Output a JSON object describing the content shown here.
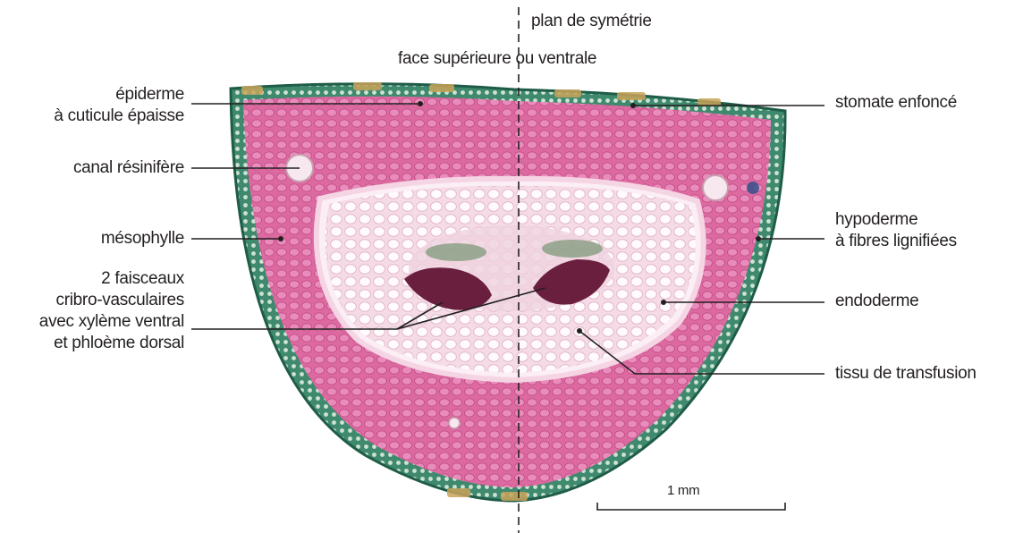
{
  "labels": {
    "symmetry_plane": "plan de symétrie",
    "upper_face": "face supérieure ou ventrale",
    "epidermis": [
      "épiderme",
      "à cuticule épaisse"
    ],
    "resin_canal": "canal résinifère",
    "mesophyll": "mésophylle",
    "bundles": [
      "2 faisceaux",
      "cribro-vasculaires",
      "avec xylème ventral",
      "et phloème dorsal"
    ],
    "stomate": "stomate enfoncé",
    "hypodermis": [
      "hypoderme",
      "à fibres lignifiées"
    ],
    "endodermis": "endoderme",
    "transfusion": "tissu de transfusion"
  },
  "scale_bar": {
    "label": "1 mm"
  },
  "colors": {
    "mesophyll": "#d85d97",
    "epidermis": "#2f7a62",
    "stele": "#f7e6ef",
    "xylem": "#6a1f3e",
    "line": "#231f20"
  }
}
